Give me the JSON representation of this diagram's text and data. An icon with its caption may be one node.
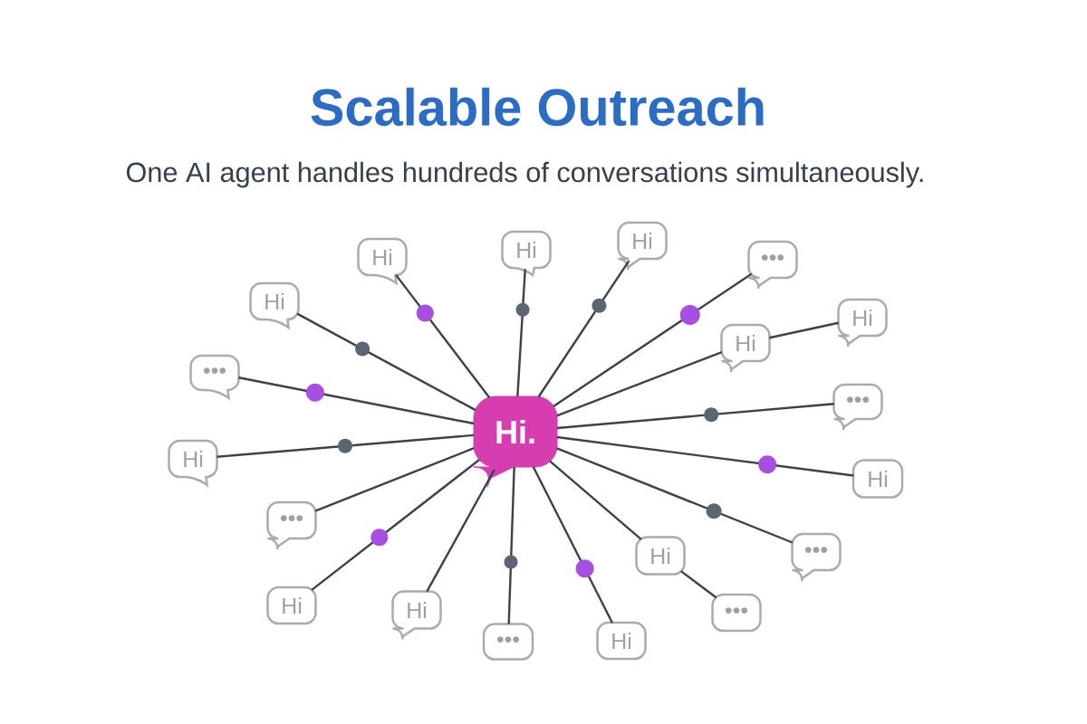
{
  "diagram": {
    "title": "Scalable Outreach",
    "caption": "One AI agent handles hundreds of conversations simultaneously.",
    "nodes": [
      {
        "text": [
          "Hi."
        ]
      },
      {
        "text": [
          "Hi"
        ]
      },
      {
        "text": [
          "•••"
        ]
      },
      {
        "text": [
          "Hi"
        ]
      },
      {
        "text": [
          "Hi"
        ]
      },
      {
        "text": [
          "Hi"
        ]
      },
      {
        "text": [
          "Hi"
        ]
      },
      {
        "text": [
          "•••"
        ]
      },
      {
        "text": [
          "Hi"
        ]
      },
      {
        "text": [
          "Hi"
        ]
      },
      {
        "text": [
          "•••"
        ]
      },
      {
        "text": [
          "Hi"
        ]
      },
      {
        "text": [
          "•••"
        ]
      },
      {
        "text": [
          "Hi"
        ]
      },
      {
        "text": [
          "•••"
        ]
      },
      {
        "text": [
          "Hi"
        ]
      },
      {
        "text": [
          "•••"
        ]
      },
      {
        "text": [
          "Hi"
        ]
      },
      {
        "text": [
          "Hi"
        ]
      },
      {
        "text": [
          "•••"
        ]
      }
    ],
    "edges": [
      {
        "from": 0,
        "to": 1,
        "arrow": "none"
      },
      {
        "from": 0,
        "to": 2,
        "arrow": "none"
      },
      {
        "from": 0,
        "to": 3,
        "arrow": "none"
      },
      {
        "from": 0,
        "to": 4,
        "arrow": "none"
      },
      {
        "from": 0,
        "to": 5,
        "arrow": "none"
      },
      {
        "from": 0,
        "to": 6,
        "arrow": "none"
      },
      {
        "from": 0,
        "to": 7,
        "arrow": "none"
      },
      {
        "from": 0,
        "to": 8,
        "arrow": "none"
      },
      {
        "from": 8,
        "to": 9,
        "arrow": "none"
      },
      {
        "from": 0,
        "to": 10,
        "arrow": "none"
      },
      {
        "from": 0,
        "to": 11,
        "arrow": "none"
      },
      {
        "from": 0,
        "to": 12,
        "arrow": "none"
      },
      {
        "from": 0,
        "to": 13,
        "arrow": "none"
      },
      {
        "from": 13,
        "to": 14,
        "arrow": "none"
      },
      {
        "from": 0,
        "to": 15,
        "arrow": "none"
      },
      {
        "from": 0,
        "to": 16,
        "arrow": "none"
      },
      {
        "from": 0,
        "to": 17,
        "arrow": "none"
      },
      {
        "from": 0,
        "to": 18,
        "arrow": "none"
      },
      {
        "from": 0,
        "to": 19,
        "arrow": "none"
      }
    ]
  }
}
